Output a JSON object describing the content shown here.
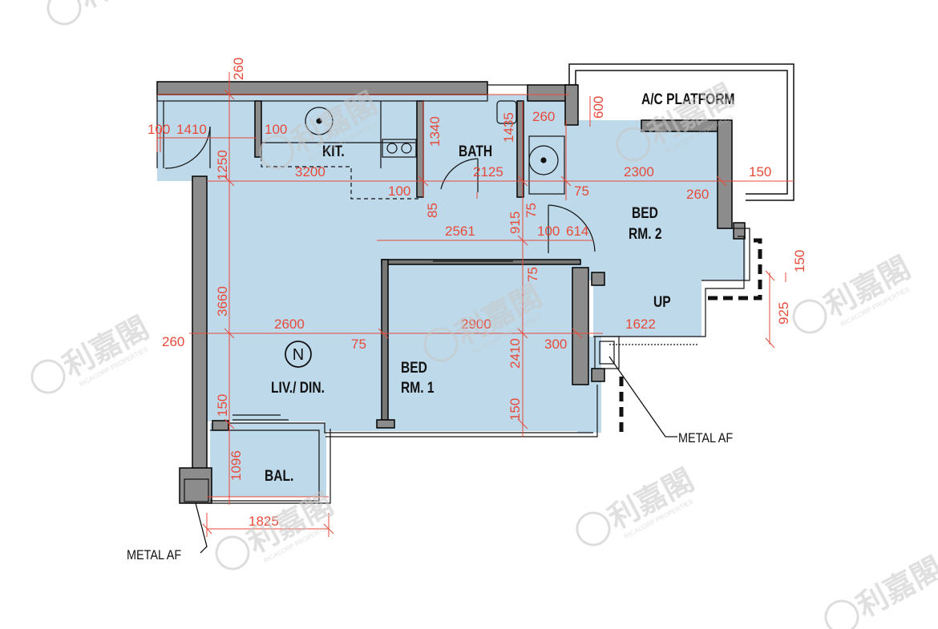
{
  "colors": {
    "floor": "#bdd9ea",
    "wall": "#8c8c8c",
    "wall_outline": "#000000",
    "dimension": "#e84a3a",
    "watermark": "#c7c7c7"
  },
  "rooms": {
    "ac_platform": "A/C PLATFORM",
    "kitchen": "KIT.",
    "bath": "BATH",
    "bed2_line1": "BED",
    "bed2_line2": "RM. 2",
    "up": "UP",
    "living": "LIV./ DIN.",
    "bed1_line1": "BED",
    "bed1_line2": "RM. 1",
    "balcony": "BAL.",
    "north": "N"
  },
  "callouts": {
    "metal_af_right": "METAL AF",
    "metal_af_left": "METAL AF"
  },
  "dimensions": {
    "d260_top": "260",
    "d100_left": "100",
    "d1410": "1410",
    "d100_kit": "100",
    "d1250": "1250",
    "d3200": "3200",
    "d1340": "1340",
    "d1435": "1435",
    "d260_bath": "260",
    "d600": "600",
    "d2125": "2125",
    "d100_bath": "100",
    "d85": "85",
    "d915": "915",
    "d75_bath": "75",
    "d75_bed2": "75",
    "d2300": "2300",
    "d150_right": "150",
    "d260_bed2": "260",
    "d2561": "2561",
    "d100_mid": "100",
    "d614": "614",
    "d75_mid": "75",
    "d3660": "3660",
    "d2600": "2600",
    "d75_liv": "75",
    "d2900": "2900",
    "d300": "300",
    "d1622": "1622",
    "d150_up": "150",
    "d925": "925",
    "d260_left": "260",
    "d2410": "2410",
    "d150_bed1": "150",
    "d150_liv": "150",
    "d1096": "1096",
    "d1825": "1825"
  },
  "watermark": {
    "brand": "利嘉閣",
    "sub": "RICACORP PROPERTIES"
  }
}
